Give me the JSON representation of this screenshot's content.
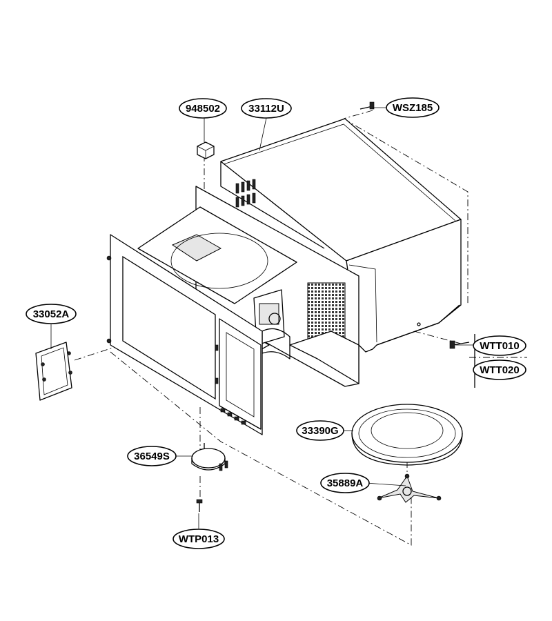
{
  "part_labels": {
    "p948502": "948502",
    "p33112U": "33112U",
    "pWSZ185": "WSZ185",
    "p33052A": "33052A",
    "pWTT010": "WTT010",
    "pWTT020": "WTT020",
    "p33390G": "33390G",
    "p36549S": "36549S",
    "p35889A": "35889A",
    "pWTP013": "WTP013"
  }
}
